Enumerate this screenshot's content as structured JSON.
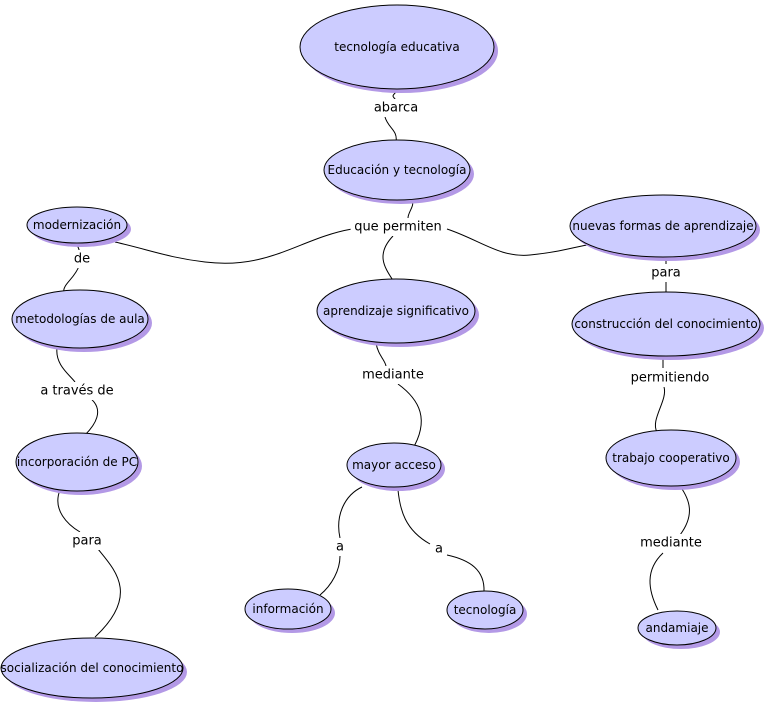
{
  "colors": {
    "node_fill": "#ccccff",
    "node_stroke": "#000000",
    "shadow": "#b399e6"
  },
  "nodes": {
    "n_root": "tecnología educativa",
    "n_edu": "Educación y tecnología",
    "n_mod": "modernización",
    "n_nuevas": "nuevas formas de aprendizaje",
    "n_met": "metodologías de aula",
    "n_apr": "aprendizaje significativo",
    "n_cons": "construcción del conocimiento",
    "n_pc": "incorporación de PC",
    "n_mayor": "mayor acceso",
    "n_coop": "trabajo cooperativo",
    "n_info": "información",
    "n_tec": "tecnología",
    "n_anda": "andamiaje",
    "n_soc": "socialización del conocimiento"
  },
  "links": {
    "l_abarca": "abarca",
    "l_permiten": "que permiten",
    "l_de": "de",
    "l_para1": "para",
    "l_traves": "a través de",
    "l_mediante1": "mediante",
    "l_permitiendo": "permitiendo",
    "l_para2": "para",
    "l_a1": "a",
    "l_a2": "a",
    "l_mediante2": "mediante"
  }
}
